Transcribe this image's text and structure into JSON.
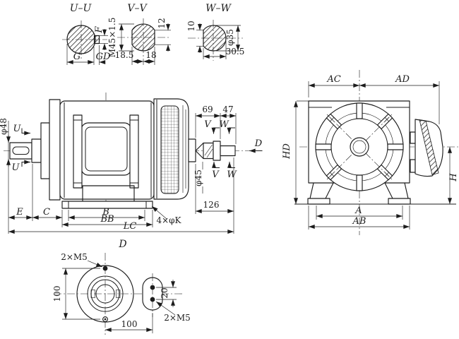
{
  "colors": {
    "ink": "#1c1c1c",
    "paper": "#ffffff"
  },
  "sections": {
    "uu": {
      "title": "U–U",
      "f": "F",
      "g": "G",
      "gd": "GD"
    },
    "vv": {
      "title": "V–V",
      "thread": "M45×1.5",
      "d12": "12",
      "d18_5": "18.5",
      "d18": "18"
    },
    "ww": {
      "title": "W–W",
      "d10": "10",
      "dia35": "φ35",
      "d30_5": "30.5"
    }
  },
  "side": {
    "dia48": "φ48",
    "u": "U",
    "d69": "69",
    "d47": "47",
    "v": "V",
    "w": "W",
    "dia45": "φ45",
    "dir_d": "D",
    "d126": "126",
    "e": "E",
    "c": "C",
    "b": "B",
    "bb": "BB",
    "lc": "LC",
    "holes": "4×φK"
  },
  "end": {
    "ac": "AC",
    "ad": "AD",
    "hd": "HD",
    "h": "H",
    "a": "A",
    "ab": "AB"
  },
  "bottom": {
    "view": "D",
    "m5_top": "2×M5",
    "m5_side": "2×M5",
    "v100": "100",
    "h100": "100",
    "d20": "20"
  }
}
